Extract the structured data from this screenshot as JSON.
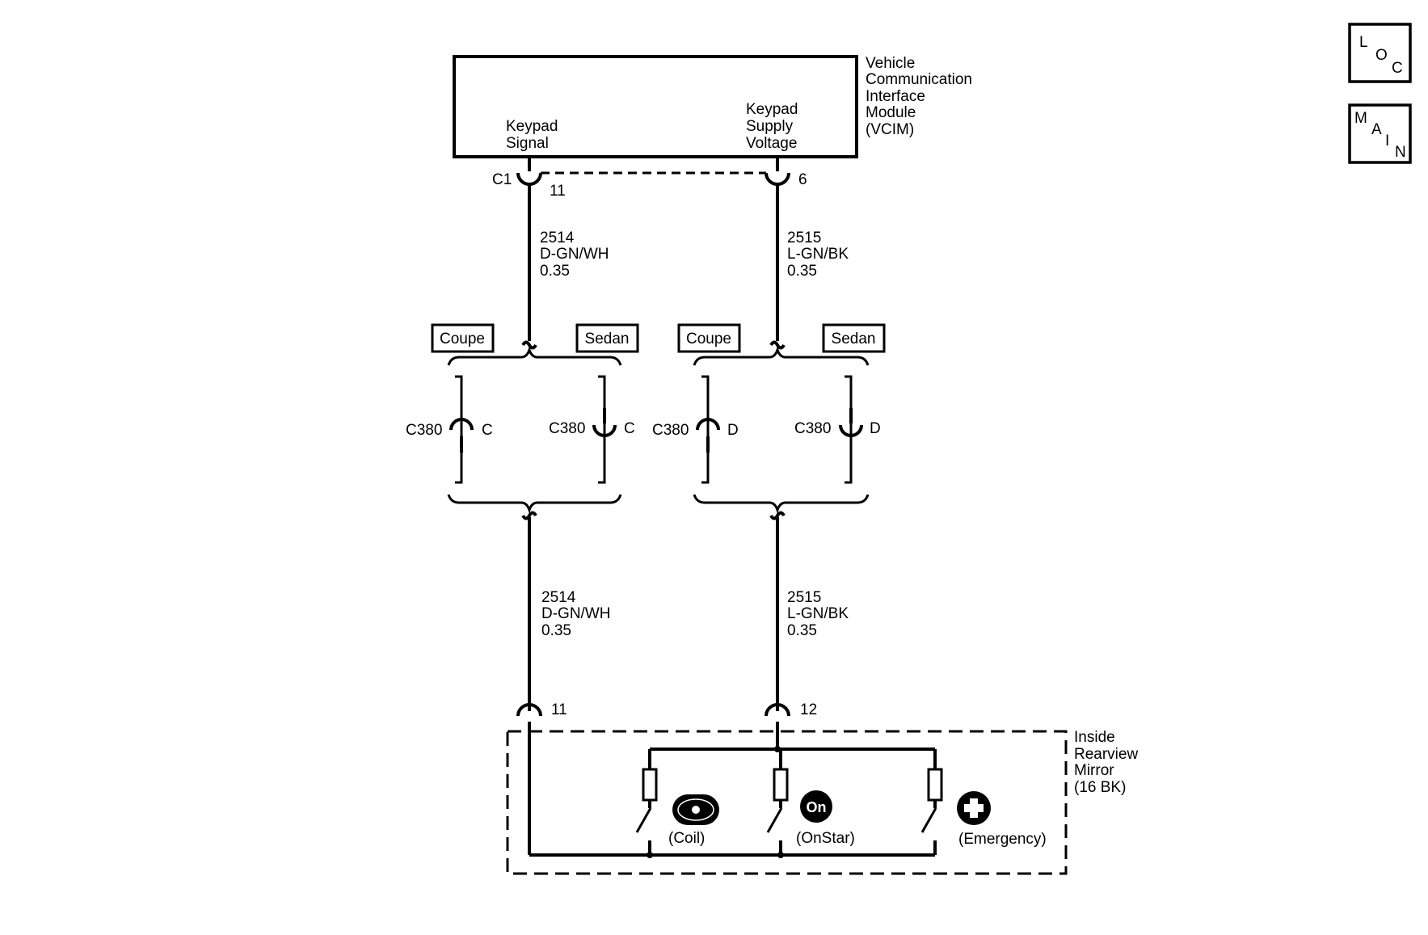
{
  "module": {
    "name_lines": [
      "Vehicle",
      "Communication",
      "Interface",
      "Module",
      "(VCIM)"
    ],
    "pin_left_label": [
      "Keypad",
      "Signal"
    ],
    "pin_right_label": [
      "Keypad",
      "Supply",
      "Voltage"
    ],
    "connector": "C1",
    "pin_left": "11",
    "pin_right": "6"
  },
  "circuits": {
    "left": [
      "2514",
      "D-GN/WH",
      "0.35"
    ],
    "right": [
      "2515",
      "L-GN/BK",
      "0.35"
    ]
  },
  "options": {
    "coupe": "Coupe",
    "sedan": "Sedan"
  },
  "connectors_c380": {
    "name": "C380",
    "left_cav": "C",
    "right_cav": "D"
  },
  "mirror": {
    "name_lines": [
      "Inside",
      "Rearview",
      "Mirror",
      "(16 BK)"
    ],
    "pin_left": "11",
    "pin_right": "12",
    "switches": [
      {
        "label": "(Coil)",
        "icon": "coil-icon"
      },
      {
        "label": "(OnStar)",
        "icon": "onstar-icon",
        "icon_text": "On"
      },
      {
        "label": "(Emergency)",
        "icon": "emergency-cross-icon"
      }
    ]
  },
  "nav_icons": {
    "loc": [
      "L",
      "O",
      "C"
    ],
    "main": [
      "M",
      "A",
      "I",
      "N"
    ]
  }
}
